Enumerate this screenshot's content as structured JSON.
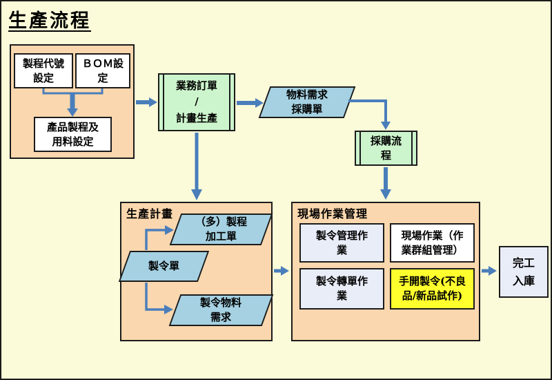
{
  "title": "生產流程",
  "palette": {
    "background": "#FBFBD9",
    "section_fill": "#FAD7AE",
    "process_green": "#CDF5CD",
    "doc_blue": "#A5D1E2",
    "highlight_yellow": "#FFFF2E",
    "box_white": "#FFFFFF",
    "box_lavender": "#E9EDF8",
    "arrow_blue": "#4A7EBB"
  },
  "nodes": {
    "master_setup": {
      "process_code": "製程代號\n設定",
      "bom": "ＢＯＭ設\n定",
      "product_process": "產品製程及\n用料設定"
    },
    "order_plan": "業務訂單\n/\n計畫生產",
    "material_requisition": "物料需求\n採購單",
    "purchase_flow": "採購流\n程",
    "production_plan": {
      "label": "生產計畫",
      "multi_process_order": "（多）製程\n加工單",
      "mfg_order": "製令單",
      "mfg_material_req": "製令物料\n需求"
    },
    "shopfloor": {
      "label": "現場作業管理",
      "order_mgmt": "製令管理作\n業",
      "site_ops": "現場作業（作\n業群組管理）",
      "order_transfer": "製令轉單作\n業",
      "manual_order": "手開製令(不良\n品/新品試作)"
    },
    "finished_goods": "完工\n入庫"
  }
}
